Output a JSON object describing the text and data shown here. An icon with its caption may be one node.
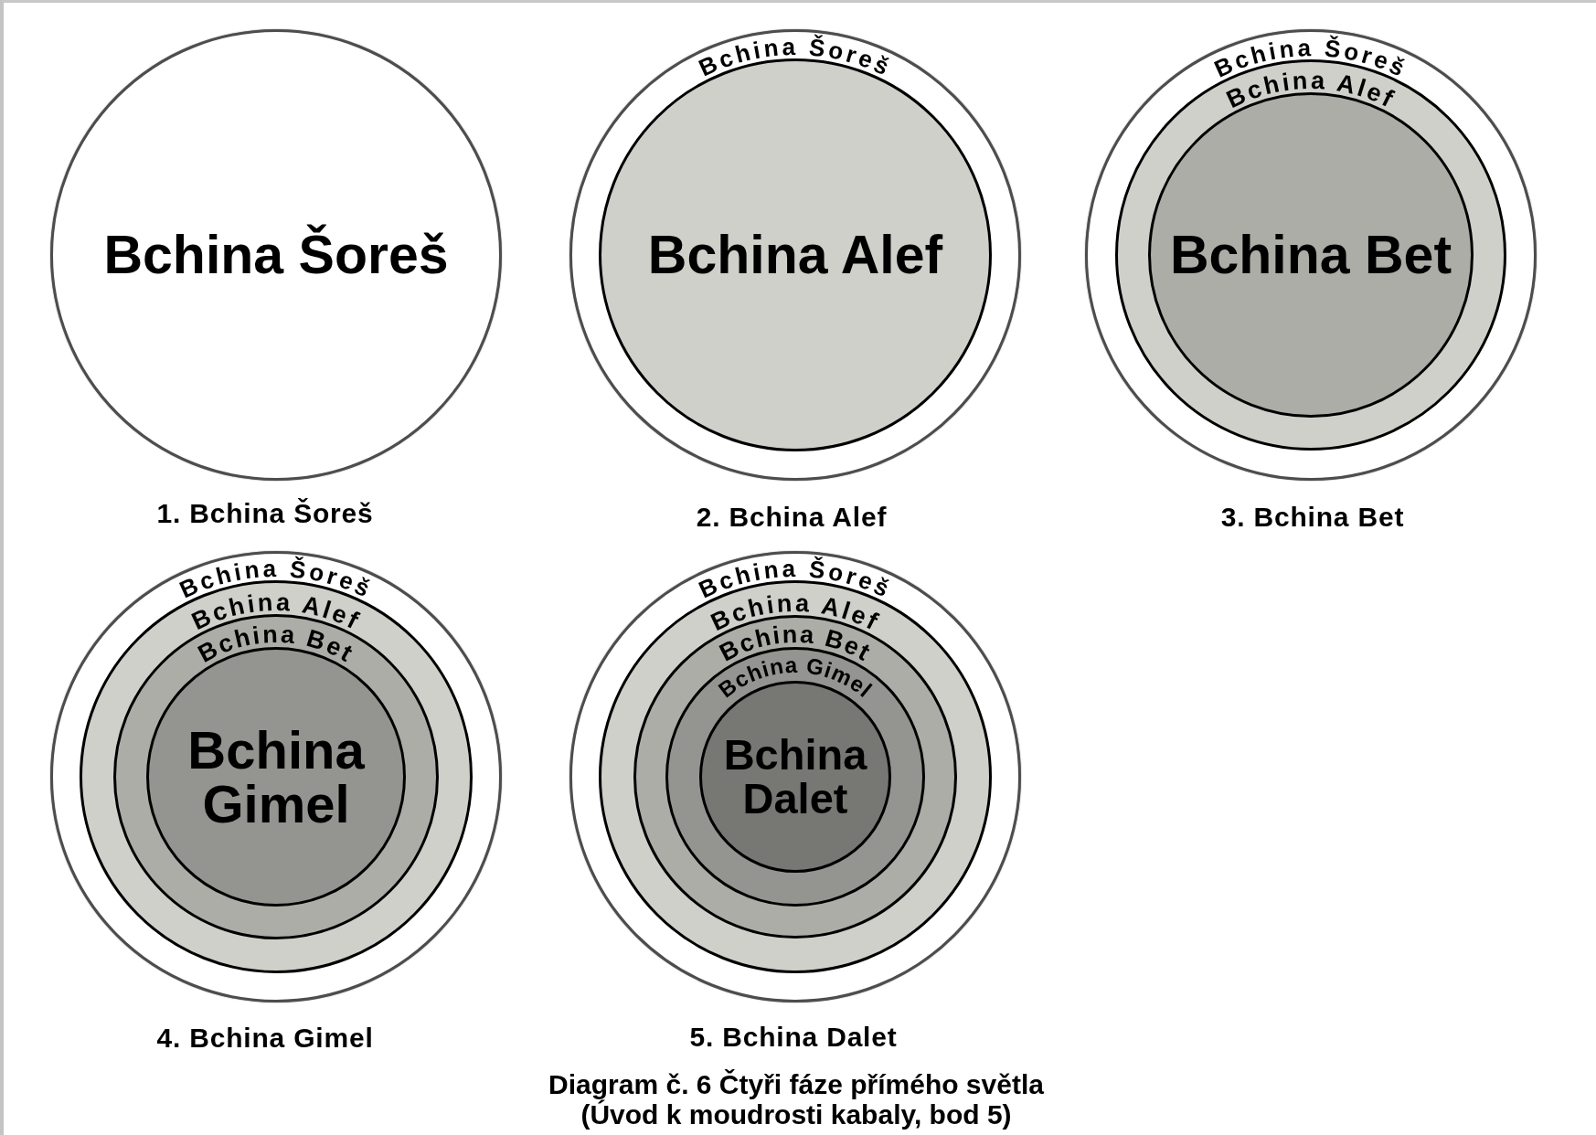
{
  "diagram": {
    "caption": "Diagram č. 6 Čtyři fáze přímého světla (Úvod k moudrosti kabaly, bod 5)",
    "nodes": [
      {
        "text": [
          "Bchina Šoreš"
        ],
        "beside": [
          "1. Bchina Šoreš"
        ]
      },
      {
        "text": [
          "Bchina Šoreš"
        ],
        "beside": [
          "2. Bchina Alef"
        ]
      },
      {
        "text": [
          "Bchina Alef"
        ],
        "in": 1
      },
      {
        "text": [
          "Bchina Šoreš"
        ],
        "beside": [
          "3. Bchina Bet"
        ]
      },
      {
        "text": [
          "Bchina Alef"
        ],
        "in": 3
      },
      {
        "text": [
          "Bchina Bet"
        ],
        "in": 4
      },
      {
        "text": [
          "Bchina Šoreš"
        ],
        "beside": [
          "4. Bchina Gimel"
        ]
      },
      {
        "text": [
          "Bchina Alef"
        ],
        "in": 6
      },
      {
        "text": [
          "Bchina Bet"
        ],
        "in": 7
      },
      {
        "text": [
          "Bchina Gimel"
        ],
        "in": 8
      },
      {
        "text": [
          "Bchina Šoreš"
        ],
        "beside": [
          "5. Bchina Dalet"
        ]
      },
      {
        "text": [
          "Bchina Alef"
        ],
        "in": 10
      },
      {
        "text": [
          "Bchina Bet"
        ],
        "in": 11
      },
      {
        "text": [
          "Bchina Gimel"
        ],
        "in": 12
      },
      {
        "text": [
          "Bchina Dalet"
        ],
        "in": 13
      }
    ]
  }
}
